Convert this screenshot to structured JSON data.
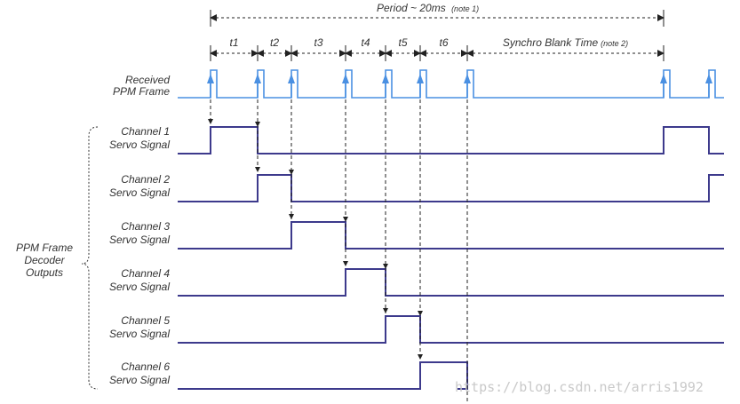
{
  "header": {
    "period_label": "Period ~ 20ms",
    "period_note": "(note 1)"
  },
  "intervals": [
    {
      "label": "t1"
    },
    {
      "label": "t2"
    },
    {
      "label": "t3"
    },
    {
      "label": "t4"
    },
    {
      "label": "t5"
    },
    {
      "label": "t6"
    },
    {
      "label": "Synchro Blank Time",
      "note": "(note 2)"
    }
  ],
  "ppm": {
    "label_line1": "Received",
    "label_line2": "PPM Frame"
  },
  "group_label": {
    "line1": "PPM Frame",
    "line2": "Decoder",
    "line3": "Outputs"
  },
  "channels": [
    {
      "line1": "Channel 1",
      "line2": "Servo Signal"
    },
    {
      "line1": "Channel 2",
      "line2": "Servo Signal"
    },
    {
      "line1": "Channel 3",
      "line2": "Servo Signal"
    },
    {
      "line1": "Channel 4",
      "line2": "Servo Signal"
    },
    {
      "line1": "Channel 5",
      "line2": "Servo Signal"
    },
    {
      "line1": "Channel 6",
      "line2": "Servo Signal"
    }
  ],
  "watermark": "https://blog.csdn.net/arris1992",
  "colors": {
    "servo_signal": "#3d3a8c",
    "ppm_frame": "#4a90e2",
    "text": "#333333"
  }
}
